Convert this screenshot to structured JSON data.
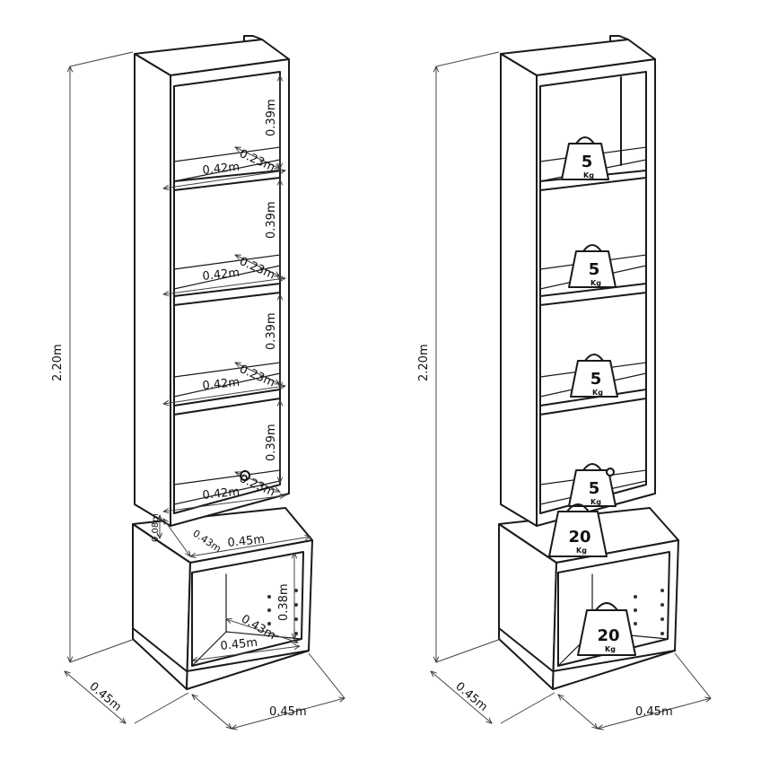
{
  "left_unit": {
    "height": "2.20m",
    "depth": "0.45m",
    "width": "0.45m",
    "shelf_heights": [
      "0.39m",
      "0.39m",
      "0.39m",
      "0.39m"
    ],
    "shelf_widths": [
      "0.42m",
      "0.42m",
      "0.42m",
      "0.42m"
    ],
    "shelf_depths": [
      "0.23m",
      "0.23m",
      "0.23m",
      "0.23m"
    ],
    "plinth_height": "0.08m",
    "base_top_depth": "0.43m",
    "base_top_width": "0.45m",
    "cabinet_height": "0.38m",
    "cabinet_depth": "0.43m",
    "cabinet_width": "0.45m"
  },
  "right_unit": {
    "height": "2.20m",
    "depth": "0.45m",
    "width": "0.45m",
    "shelf_loads": [
      {
        "num": "5",
        "unit": "Kg"
      },
      {
        "num": "5",
        "unit": "Kg"
      },
      {
        "num": "5",
        "unit": "Kg"
      },
      {
        "num": "5",
        "unit": "Kg"
      }
    ],
    "top_load": {
      "num": "20",
      "unit": "Kg"
    },
    "cabinet_load": {
      "num": "20",
      "unit": "Kg"
    }
  }
}
